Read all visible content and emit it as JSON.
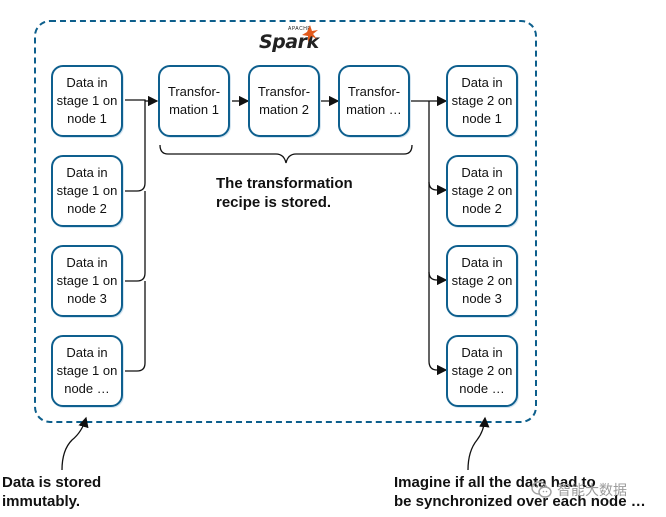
{
  "logo": {
    "apache_label": "APACHE",
    "name": "Spark",
    "icon": "spark-star-icon",
    "color": "#e25a1c"
  },
  "stage1": [
    {
      "label": "Data in\nstage 1 on\nnode 1"
    },
    {
      "label": "Data in\nstage 1 on\nnode 2"
    },
    {
      "label": "Data in\nstage 1 on\nnode 3"
    },
    {
      "label": "Data in\nstage 1 on\nnode …"
    }
  ],
  "transformations": [
    {
      "label": "Transfor-\nmation 1"
    },
    {
      "label": "Transfor-\nmation 2"
    },
    {
      "label": "Transfor-\nmation …"
    }
  ],
  "stage2": [
    {
      "label": "Data in\nstage 2 on\nnode 1"
    },
    {
      "label": "Data in\nstage 2 on\nnode 2"
    },
    {
      "label": "Data in\nstage 2 on\nnode 3"
    },
    {
      "label": "Data in\nstage 2 on\nnode …"
    }
  ],
  "captions": {
    "recipe": "The transformation\nrecipe is stored.",
    "immutable": "Data is stored\nimmutably.",
    "synchronized": "Imagine if all the data had to\nbe synchronized over each node …"
  },
  "watermark": {
    "text": "智能大数据",
    "icon": "wechat-icon"
  },
  "colors": {
    "box_border": "#0e5f8e",
    "frame_border": "#0d5f8c",
    "line": "#111111"
  }
}
